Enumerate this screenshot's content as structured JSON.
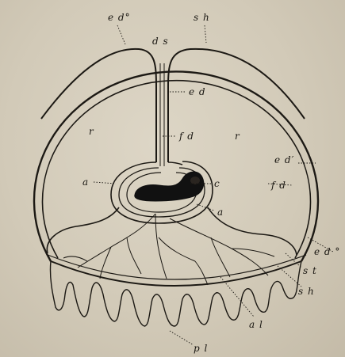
{
  "figure": {
    "labels": {
      "ed_top": "e d°",
      "sh_top": "s h",
      "ds": "d s",
      "ed_mid": "e d",
      "r_left": "r",
      "fd_center": "f d",
      "r_right": "r",
      "ed_prime": "e d′",
      "fd_right": "f d",
      "a_left": "a",
      "c": "c",
      "a_lower": "a",
      "ed_circle": "e d °",
      "st": "s t",
      "sh_bottom": "s h",
      "al": "a l",
      "pl": "p l"
    },
    "colors": {
      "ink": "#1c1914",
      "paper": "#d2cab8"
    }
  }
}
